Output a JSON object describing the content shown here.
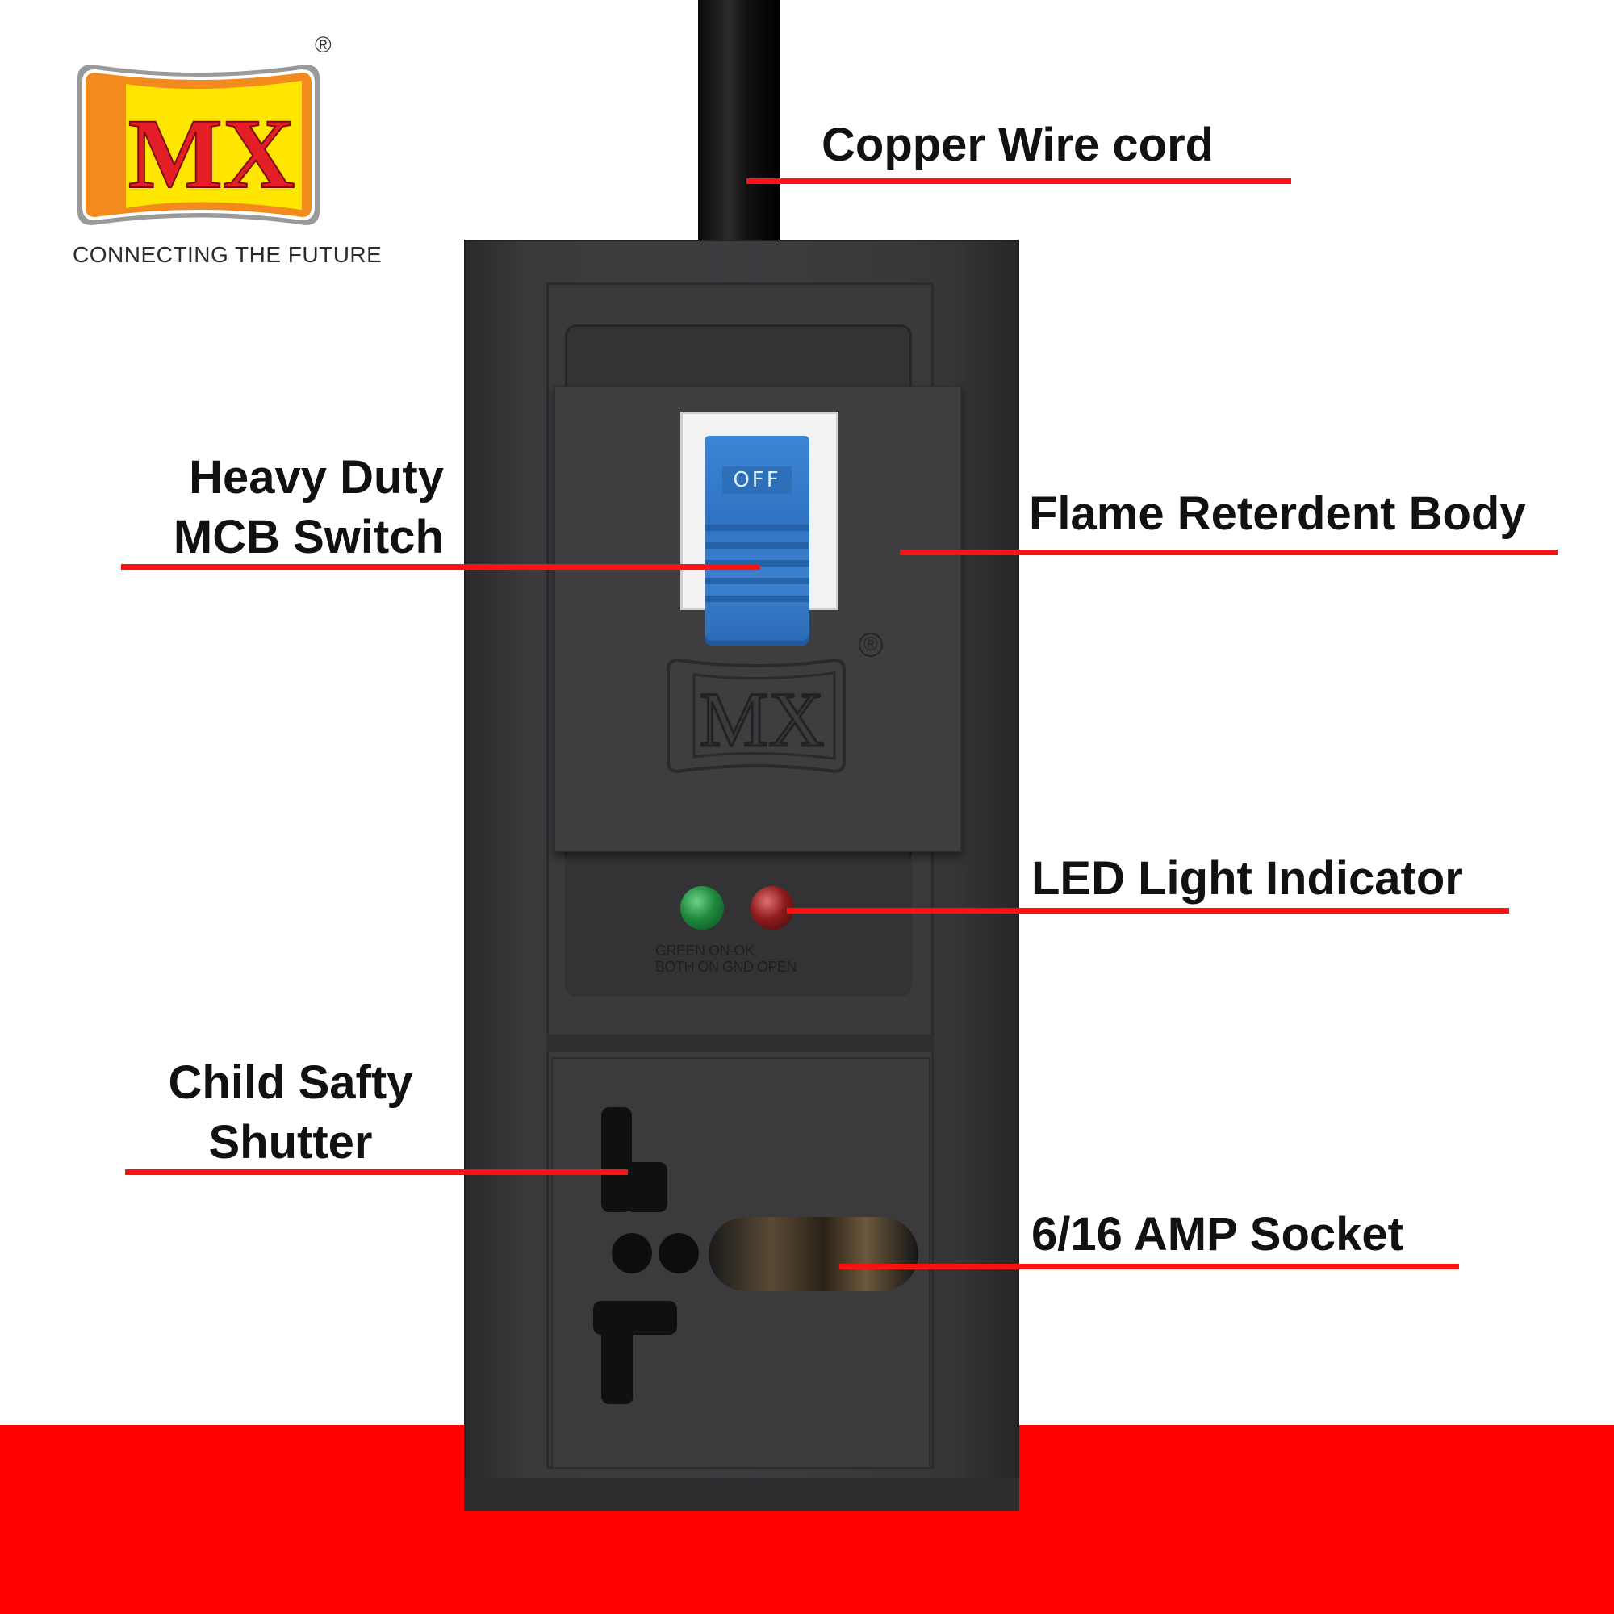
{
  "brand": {
    "logo_text": "MX",
    "registered_mark": "®",
    "tagline": "CONNECTING THE FUTURE",
    "colors": {
      "orange": "#f28a1e",
      "yellow": "#ffe600",
      "red_text": "#e31e24",
      "frame_gray": "#8a8a8a"
    }
  },
  "product": {
    "switch_label": "OFF",
    "embossed_logo_text": "MX",
    "led_caption_line1": "GREEN ON-OK",
    "led_caption_line2": "BOTH ON GND OPEN"
  },
  "callouts": {
    "copper_wire": "Copper Wire cord",
    "mcb_line1": "Heavy Duty",
    "mcb_line2": "MCB Switch",
    "flame_body": "Flame Reterdent Body",
    "led_indicator": "LED Light Indicator",
    "child_line1": "Child Safty",
    "child_line2": "Shutter",
    "socket": "6/16 AMP Socket"
  },
  "colors": {
    "leader_red": "#ff1111",
    "bottom_band": "#ff0000"
  }
}
